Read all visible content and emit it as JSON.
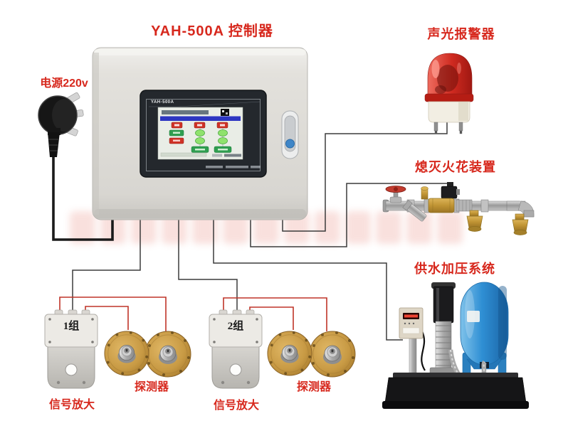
{
  "diagram_title": "YAH-500A 控制器",
  "labels": {
    "power": "电源220v",
    "alarm": "声光报警器",
    "spark_device": "熄灭火花装置",
    "water_system": "供水加压系统"
  },
  "controller": {
    "brand": "YAH-500A"
  },
  "groups": [
    {
      "name": "1组",
      "amplifier": "信号放大",
      "detector": "探测器"
    },
    {
      "name": "2组",
      "amplifier": "信号放大",
      "detector": "探测器"
    }
  ],
  "colors": {
    "label_red": "#d7281d",
    "wire_red": "#bf3428",
    "wire_black": "#3b3b3b",
    "cabinet_gray": "#dbd9d4",
    "detector_gold": "#c99a45",
    "tank_blue": "#2f8fd4",
    "alarm_red": "#c5231b",
    "screen_blue_bar": "#2d36c2"
  }
}
